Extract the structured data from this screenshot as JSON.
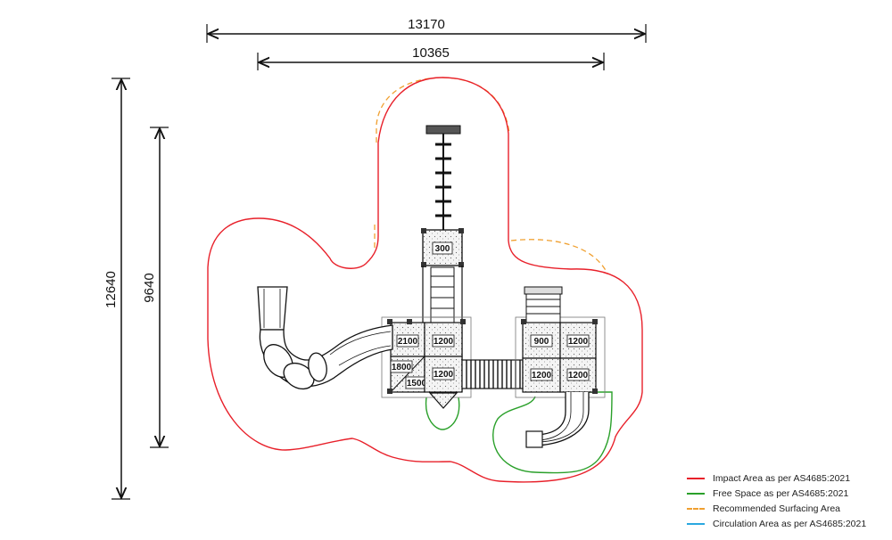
{
  "dimensions": {
    "overall_width": "13170",
    "equipment_width": "10365",
    "overall_depth": "12640",
    "equipment_depth": "9640"
  },
  "platform_labels": {
    "tower_top": "300",
    "left_a": "2100",
    "left_b": "1200",
    "left_c": "1800",
    "left_d": "1500",
    "left_e": "1200",
    "right_a": "900",
    "right_b": "1200",
    "right_c": "1200",
    "right_d": "1200"
  },
  "legend": {
    "impact": {
      "label": "Impact Area as per AS4685:2021",
      "color": "#e8202a"
    },
    "free_space": {
      "label": "Free Space as per AS4685:2021",
      "color": "#2aa02a"
    },
    "surfacing": {
      "label": "Recommended Surfacing Area",
      "color": "#f0a030"
    },
    "circulation": {
      "label": "Circulation Area as per AS4685:2021",
      "color": "#2aa8e0"
    }
  }
}
